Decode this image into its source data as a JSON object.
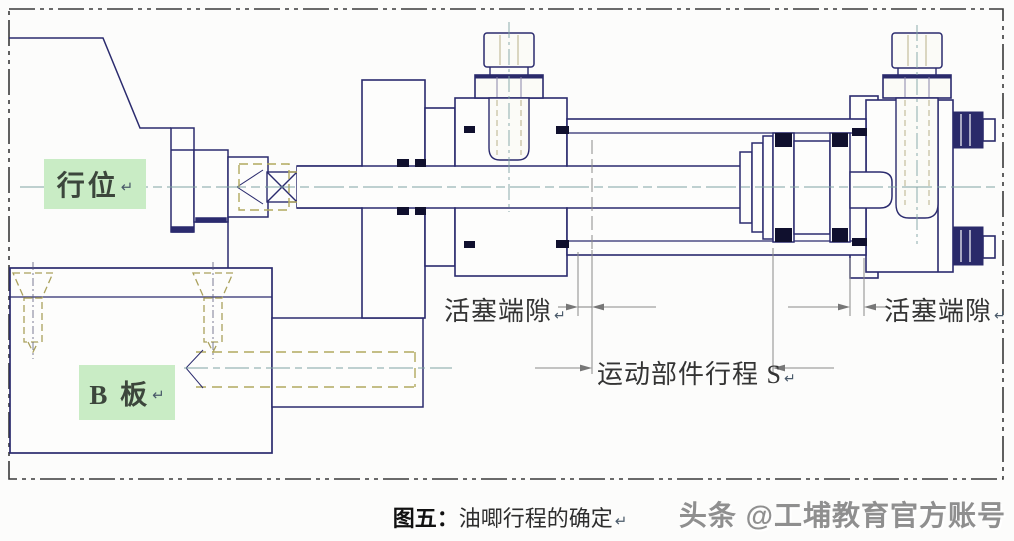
{
  "labels": {
    "slider": {
      "text": "行位",
      "mark": "↵"
    },
    "b_plate": {
      "text": "B 板",
      "mark": "↵"
    },
    "clearance_left": {
      "text": "活塞端隙",
      "mark": "↵"
    },
    "clearance_right": {
      "text": "活塞端隙",
      "mark": "↵"
    },
    "stroke": {
      "text": "运动部件行程 S",
      "mark": "↵"
    }
  },
  "caption": {
    "figure_no": "图五：",
    "title": "油唧行程的确定",
    "mark": "↵"
  },
  "watermark": {
    "text": "头条 @工埔教育官方账号"
  },
  "colors": {
    "outline": "#2b2b6e",
    "seal_black": "#10102e",
    "hidden_line_olive": "#b2a95e",
    "centerline_teal": "#7fa3a3",
    "dimension_gray": "#8a8a8a",
    "label_bg_green": "#c9ecc5",
    "watermark_gray": "#8f8f8f"
  }
}
